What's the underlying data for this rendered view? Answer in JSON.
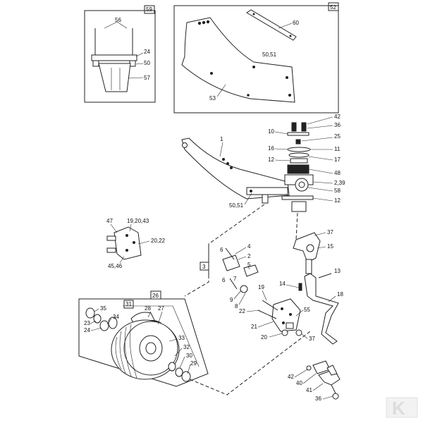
{
  "boxes": {
    "b59": "59",
    "b52": "52",
    "b26": "26",
    "b31": "31",
    "b3": "3"
  },
  "labels": {
    "l56": "56",
    "l24a": "24",
    "l50a": "50",
    "l57": "57",
    "l60": "60",
    "l5051a": "50,51",
    "l53": "53",
    "l42a": "42",
    "l36a": "36",
    "l10": "10",
    "l25": "25",
    "l16": "16",
    "l11": "11",
    "l12a": "12",
    "l17": "17",
    "l48": "48",
    "l239": "2,39",
    "l58": "58",
    "l12b": "12",
    "l1": "1",
    "l5051b": "50,51",
    "l47": "47",
    "l192043": "19,20,43",
    "l2022": "20,22",
    "l4546": "45,46",
    "l37a": "37",
    "l15": "15",
    "l13": "13",
    "l14": "14",
    "l18": "18",
    "l6a": "6",
    "l4": "4",
    "l2": "2",
    "l5": "5",
    "l6b": "6",
    "l7": "7",
    "l9": "9",
    "l8": "8",
    "l19": "19",
    "l22": "22",
    "l55": "55",
    "l21": "21",
    "l20": "20",
    "l37b": "37",
    "l35": "35",
    "l28": "28",
    "l27": "27",
    "l23": "23",
    "l34": "34",
    "l24b": "24",
    "l33": "33",
    "l32": "32",
    "l30": "30",
    "l29": "29",
    "l42b": "42",
    "l40": "40",
    "l41": "41",
    "l36b": "36"
  },
  "logo": {
    "brand-mark": "K"
  }
}
